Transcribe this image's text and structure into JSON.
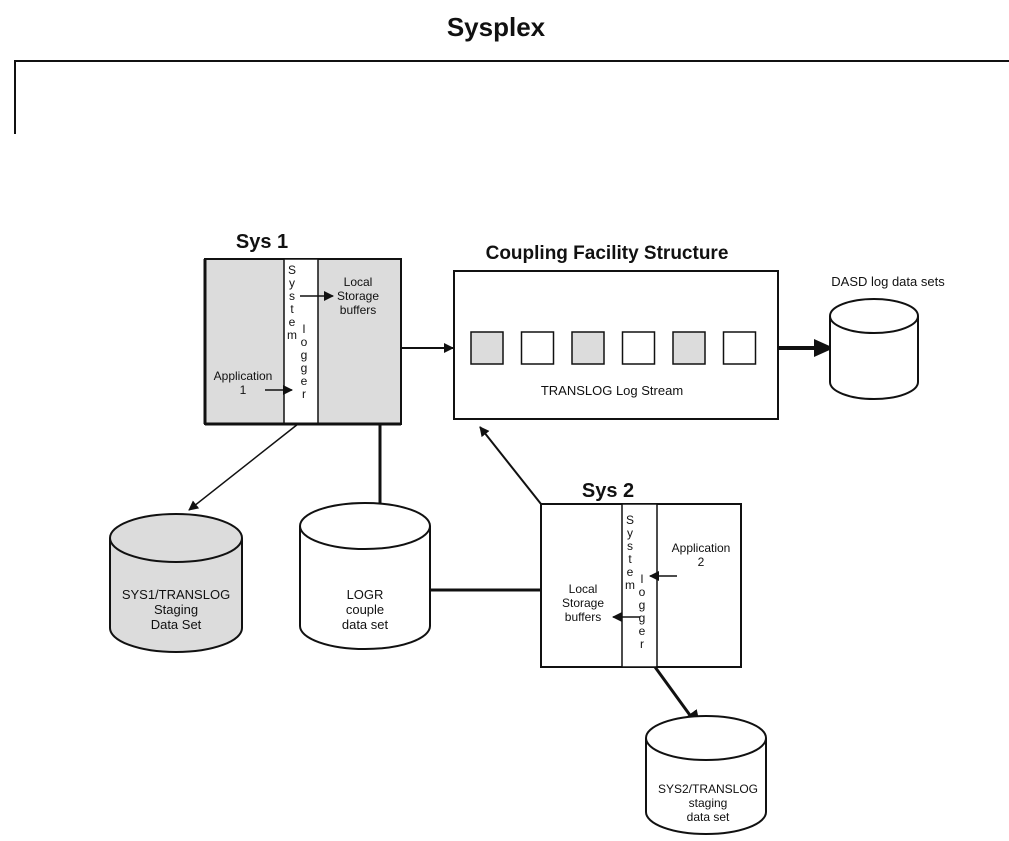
{
  "title": "Sysplex",
  "sys1": {
    "label": "Sys 1",
    "logger_letters": [
      "S",
      "y",
      "s",
      "t",
      "e",
      "m",
      "l",
      "o",
      "g",
      "g",
      "e",
      "r"
    ],
    "local_storage": [
      "Local",
      "Storage",
      "buffers"
    ],
    "application": [
      "Application",
      "1"
    ],
    "fill": "#dcdcdc"
  },
  "cf": {
    "label": "Coupling Facility Structure",
    "stream_label": "TRANSLOG Log Stream",
    "blocks": [
      {
        "shaded": true
      },
      {
        "shaded": false
      },
      {
        "shaded": true
      },
      {
        "shaded": false
      },
      {
        "shaded": true
      },
      {
        "shaded": false
      }
    ]
  },
  "dasd": {
    "label": "DASD log data sets"
  },
  "sys2": {
    "label": "Sys 2",
    "logger_letters": [
      "S",
      "y",
      "s",
      "t",
      "e",
      "m",
      "l",
      "o",
      "g",
      "g",
      "e",
      "r"
    ],
    "local_storage": [
      "Local",
      "Storage",
      "buffers"
    ],
    "application": [
      "Application",
      "2"
    ]
  },
  "sys1_staging": {
    "lines": [
      "SYS1/TRANSLOG",
      "Staging",
      "Data  Set"
    ],
    "fill": "#dcdcdc"
  },
  "logr": {
    "lines": [
      "LOGR",
      "couple",
      "data set"
    ]
  },
  "sys2_staging": {
    "lines": [
      "SYS2/TRANSLOG",
      "staging",
      "data set"
    ]
  }
}
